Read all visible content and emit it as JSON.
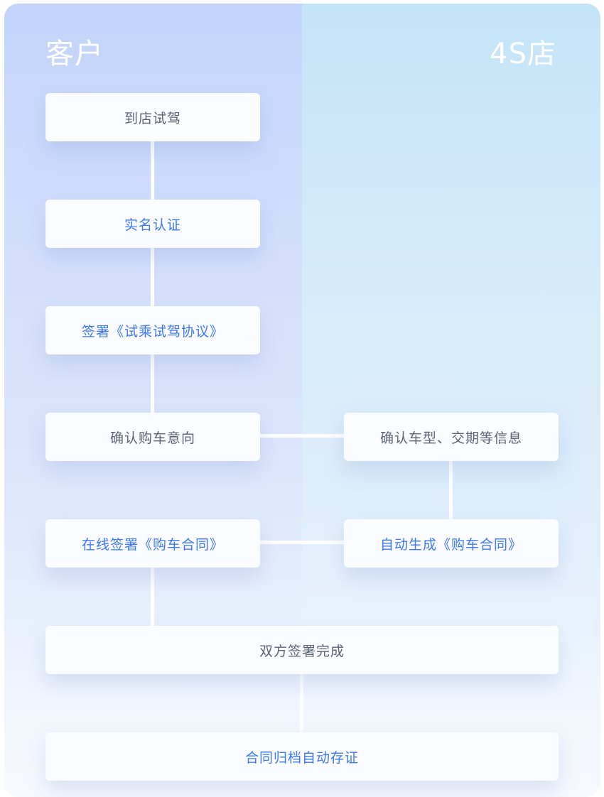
{
  "columns": {
    "left": "客户",
    "right": "4S店"
  },
  "steps": {
    "test_drive": "到店试驾",
    "verify": "实名认证",
    "sign_test_agreement": "签署《试乘试驾协议》",
    "confirm_intent": "确认购车意向",
    "confirm_model": "确认车型、交期等信息",
    "sign_online": "在线签署《购车合同》",
    "auto_generate": "自动生成《购车合同》",
    "both_signed": "双方签署完成",
    "archive": "合同归档自动存证"
  },
  "colors": {
    "text_dark": "#5a6375",
    "text_accent": "#3c77f2"
  }
}
